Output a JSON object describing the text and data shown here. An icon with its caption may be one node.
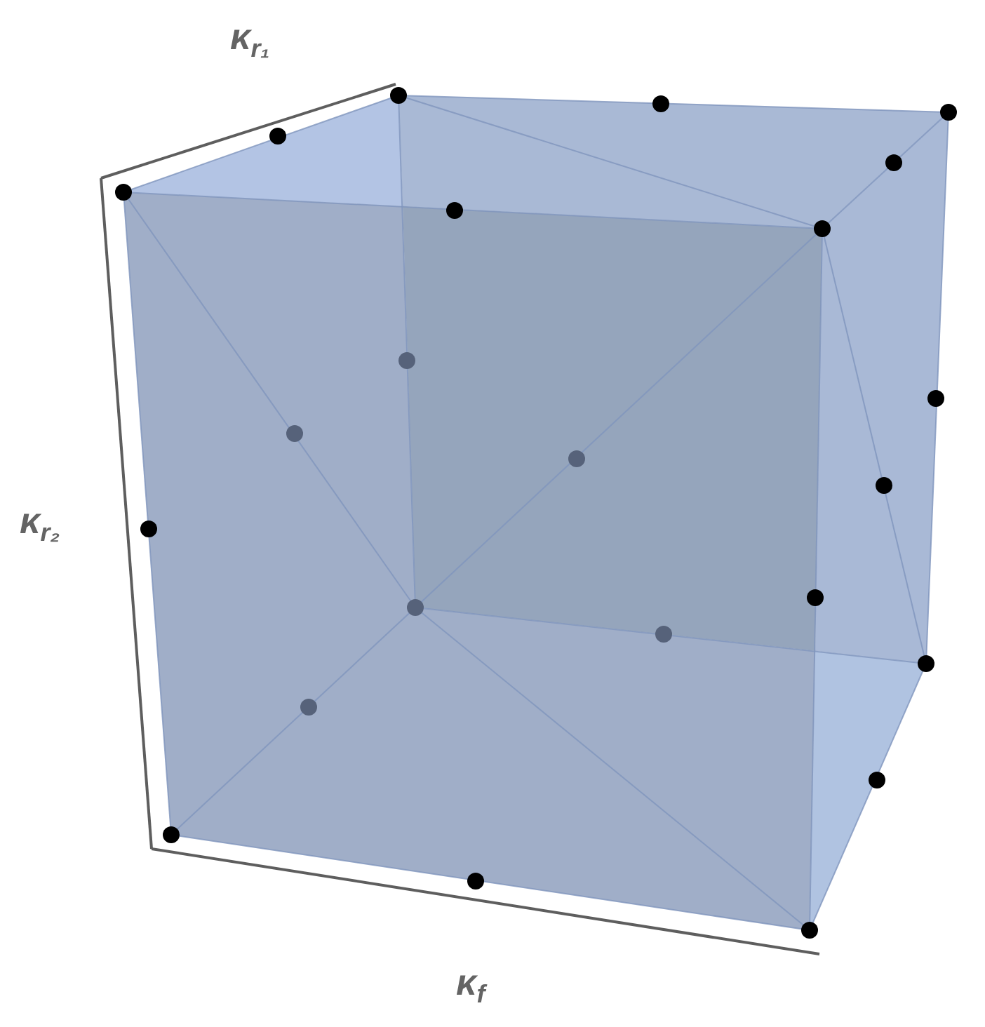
{
  "diagram": {
    "labels": [
      "κ$_{r₁}$",
      "κ$_{r₂}$",
      "κ$_{f}$"
    ]
  }
}
